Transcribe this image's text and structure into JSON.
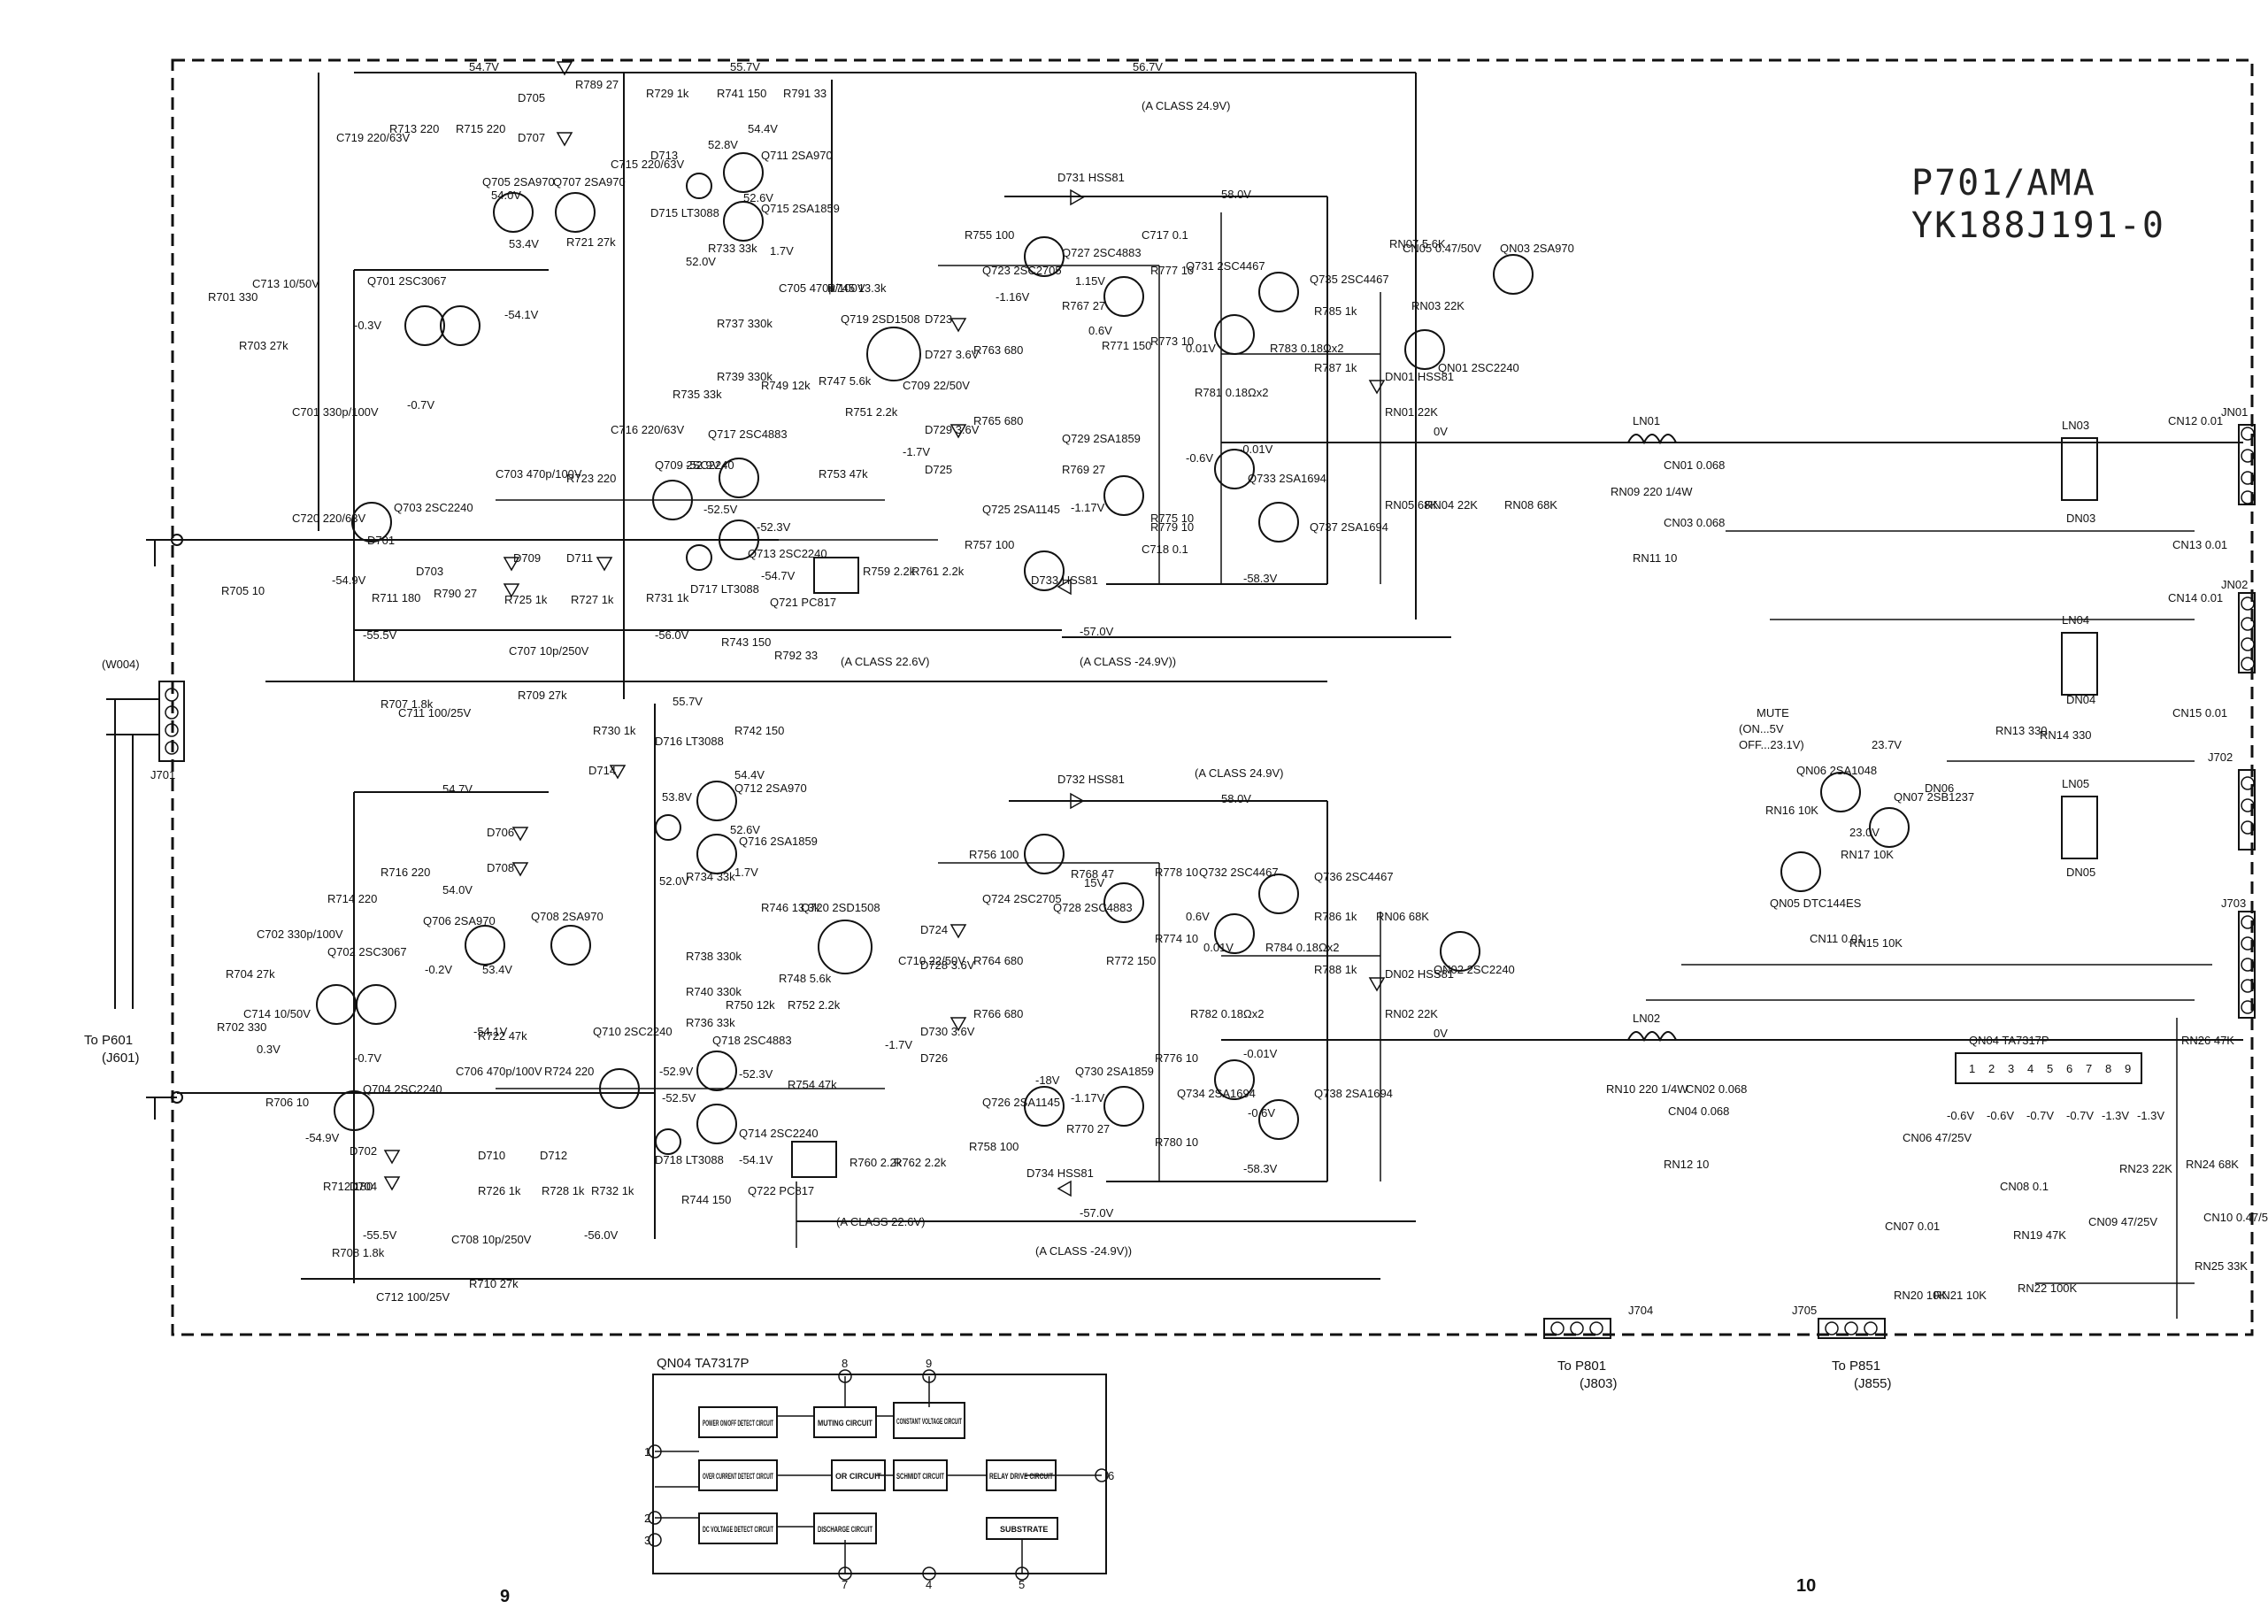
{
  "board": {
    "model": "P701/AMA",
    "part_no": "YK188J191-0"
  },
  "pages": {
    "left": "9",
    "right": "10"
  },
  "rails": {
    "top_rail": "56.7V",
    "rail_547": "54.7V",
    "rail_557": "55.7V",
    "neg_570": "-57.0V",
    "rail_580": "58.0V",
    "neg_583": "-58.3V"
  },
  "class_notes": {
    "a_class_249": "(A CLASS 24.9V)",
    "a_class_226": "(A CLASS 22.6V)",
    "a_class_neg249": "(A CLASS -24.9V))"
  },
  "top_channel": {
    "resistors": [
      "R701 330",
      "R703 27k",
      "R705 10",
      "R707 1.8k",
      "R709 27k",
      "R711 180",
      "R713 220",
      "R715 220",
      "R721 27k",
      "R723 220",
      "R725 1k",
      "R727 1k",
      "R729 1k",
      "R731 1k",
      "R733 33k",
      "R735 33k",
      "R737 330k",
      "R739 330k",
      "R741 150",
      "R743 150",
      "R745 13.3k",
      "R747 5.6k",
      "R749 12k",
      "R751 2.2k",
      "R753 47k",
      "R755 100",
      "R757 100",
      "R759 2.2k",
      "R761 2.2k",
      "R763 680",
      "R765 680",
      "R767 27",
      "R769 27",
      "R771 150",
      "R773 10",
      "R775 10",
      "R777 10",
      "R779 10",
      "R781 0.18Ωx2",
      "R783 0.18Ωx2",
      "R785 1k",
      "R787 1k",
      "R789 27",
      "R790 27",
      "R791 33",
      "R792 33"
    ],
    "capacitors": [
      "C701 330p/100V",
      "C703 470p/100V",
      "C705 470p/100V",
      "C707 10p/250V",
      "C709 22/50V",
      "C711 100/25V",
      "C713 10/50V",
      "C715 220/63V",
      "C716 220/63V",
      "C717 0.1",
      "C718 0.1",
      "C719 220/63V",
      "C720 220/63V"
    ],
    "transistors": [
      "Q701 2SC3067",
      "Q703 2SC2240",
      "Q705 2SA970",
      "Q707 2SA970",
      "Q709 2SC2240",
      "Q711 2SA970",
      "Q713 2SC2240",
      "Q715 2SA1859",
      "Q717 2SC4883",
      "Q719 2SD1508",
      "Q721 PC817",
      "Q723 2SC2705",
      "Q725 2SA1145",
      "Q727 2SC4883",
      "Q729 2SA1859",
      "Q731 2SC4467",
      "Q733 2SA1694",
      "Q735 2SC4467",
      "Q737 2SA1694"
    ],
    "diodes": [
      "D701",
      "D703",
      "D705",
      "D707",
      "D709",
      "D711",
      "D713",
      "D715 LT3088",
      "D717 LT3088",
      "D723",
      "D725",
      "D727 3.6V",
      "D729 3.6V",
      "D731 HSS81",
      "D733 HSS81"
    ],
    "voltages": [
      "54.0V",
      "53.4V",
      "-54.1V",
      "-0.3V",
      "-0.7V",
      "52.8V",
      "54.4V",
      "52.6V",
      "52.0V",
      "1.7V",
      "-52.9V",
      "-52.5V",
      "-52.3V",
      "-54.7V",
      "-56.0V",
      "-55.5V",
      "-54.9V",
      "1.15V",
      "0.6V",
      "0.01V",
      "-0.01V",
      "-0.6V",
      "-1.17V",
      "-1.7V",
      "-1.16V",
      "0V"
    ]
  },
  "bottom_channel": {
    "resistors": [
      "R702 330",
      "R704 27k",
      "R706 10",
      "R708 1.8k",
      "R710 27k",
      "R712 180",
      "R714 220",
      "R716 220",
      "R722 47k",
      "R724 220",
      "R726 1k",
      "R728 1k",
      "R730 1k",
      "R732 1k",
      "R734 33k",
      "R736 33k",
      "R738 330k",
      "R740 330k",
      "R742 150",
      "R744 150",
      "R746 13.3k",
      "R748 5.6k",
      "R750 12k",
      "R752 2.2k",
      "R754 47k",
      "R756 100",
      "R758 100",
      "R760 2.2k",
      "R762 2.2k",
      "R764 680",
      "R766 680",
      "R768 47",
      "R770 27",
      "R772 150",
      "R774 10",
      "R776 10",
      "R778 10",
      "R780 10",
      "R782 0.18Ωx2",
      "R784 0.18Ωx2",
      "R786 1k",
      "R788 1k"
    ],
    "capacitors": [
      "C702 330p/100V",
      "C706 470p/100V",
      "C708 10p/250V",
      "C710 22/50V",
      "C712 100/25V",
      "C714 10/50V"
    ],
    "transistors": [
      "Q702 2SC3067",
      "Q704 2SC2240",
      "Q706 2SA970",
      "Q708 2SA970",
      "Q710 2SC2240",
      "Q712 2SA970",
      "Q714 2SC2240",
      "Q716 2SA1859",
      "Q718 2SC4883",
      "Q720 2SD1508",
      "Q722 PC817",
      "Q724 2SC2705",
      "Q726 2SA1145",
      "Q728 2SC4883",
      "Q730 2SA1859",
      "Q732 2SC4467",
      "Q734 2SA1694",
      "Q736 2SC4467",
      "Q738 2SA1694"
    ],
    "diodes": [
      "D702",
      "D704",
      "D706",
      "D708",
      "D710",
      "D712",
      "D714",
      "D716 LT3088",
      "D718 LT3088",
      "D724",
      "D726",
      "D728 3.6V",
      "D730 3.6V",
      "D732 HSS81",
      "D734 HSS81"
    ],
    "voltages": [
      "54.0V",
      "53.4V",
      "-54.1V",
      "-0.2V",
      "-0.7V",
      "53.8V",
      "54.4V",
      "52.6V",
      "52.0V",
      "1.7V",
      "-52.9V",
      "-52.5V",
      "-52.3V",
      "-54.1V",
      "-56.0V",
      "-55.5V",
      "-54.9V",
      "0.3V",
      "15V",
      "0.6V",
      "0.01V",
      "-0.01V",
      "-0.6V",
      "-1.17V",
      "-1.7V",
      "-18V",
      "0V"
    ]
  },
  "protection": {
    "mute_label": "MUTE",
    "mute_on": "(ON...5V",
    "mute_off": "OFF...23.1V)",
    "v_237": "23.7V",
    "v_230": "23.0V",
    "parts": [
      "QN01 2SC2240",
      "QN02 2SC2240",
      "QN03 2SA970",
      "QN04 TA7317P",
      "QN05 DTC144ES",
      "QN06 2SA1048",
      "QN07 2SB1237",
      "DN01 HSS81",
      "DN02 HSS81",
      "DN03",
      "DN04",
      "DN05",
      "DN06",
      "RN01 22K",
      "RN02 22K",
      "RN03 22K",
      "RN04 22K",
      "RN05 68K",
      "RN06 68K",
      "RN07 5.6K",
      "RN08 68K",
      "RN09 220 1/4W",
      "RN10 220 1/4W",
      "RN11 10",
      "RN12 10",
      "RN13 330",
      "RN14 330",
      "RN15 10K",
      "RN16 10K",
      "RN17 10K",
      "RN19 47K",
      "RN20 10K",
      "RN21 10K",
      "RN22 100K",
      "RN23 22K",
      "RN24 68K",
      "RN25 33K",
      "RN26 47K",
      "CN01 0.068",
      "CN02 0.068",
      "CN03 0.068",
      "CN04 0.068",
      "CN05 0.47/50V",
      "CN06 47/25V",
      "CN07 0.01",
      "CN08 0.1",
      "CN09 47/25V",
      "CN10 0.47/50V",
      "CN11 0.01",
      "CN12 0.01",
      "CN13 0.01",
      "CN14 0.01",
      "CN15 0.01",
      "LN01",
      "LN02",
      "LN03",
      "LN04",
      "LN05"
    ]
  },
  "connectors": {
    "w004": "(W004)",
    "j701": "J701",
    "jn01": "JN01",
    "jn02": "JN02",
    "j702": "J702",
    "j703": "J703",
    "j704": "J704",
    "j705": "J705",
    "to_p601": "To P601",
    "to_p601_sub": "(J601)",
    "to_p801": "To P801",
    "to_p801_sub": "(J803)",
    "to_p851": "To P851",
    "to_p851_sub": "(J855)"
  },
  "qn04_pins": [
    "1",
    "2",
    "3",
    "4",
    "5",
    "6",
    "7",
    "8",
    "9"
  ],
  "qn04_pin_voltages": [
    "-0.6V",
    "-0.6V",
    "-0.7V",
    "-0.7V",
    "-1.3V",
    "-1.3V"
  ],
  "block_diagram": {
    "title": "QN04 TA7317P",
    "blocks": {
      "power_detect": "POWER ON/OFF DETECT CIRCUIT",
      "over_current": "OVER CURRENT DETECT CIRCUIT",
      "dc_voltage": "DC VOLTAGE DETECT CIRCUIT",
      "muting": "MUTING CIRCUIT",
      "constant_voltage": "CONSTANT VOLTAGE CIRCUIT",
      "or_circuit": "OR CIRCUIT",
      "schmidt": "SCHMIDT CIRCUIT",
      "relay_drive": "RELAY DRIVE CIRCUIT",
      "discharge": "DISCHARGE CIRCUIT",
      "substrate": "SUBSTRATE"
    },
    "pins": [
      "1",
      "2",
      "3",
      "4",
      "5",
      "6",
      "7",
      "8",
      "9"
    ]
  }
}
